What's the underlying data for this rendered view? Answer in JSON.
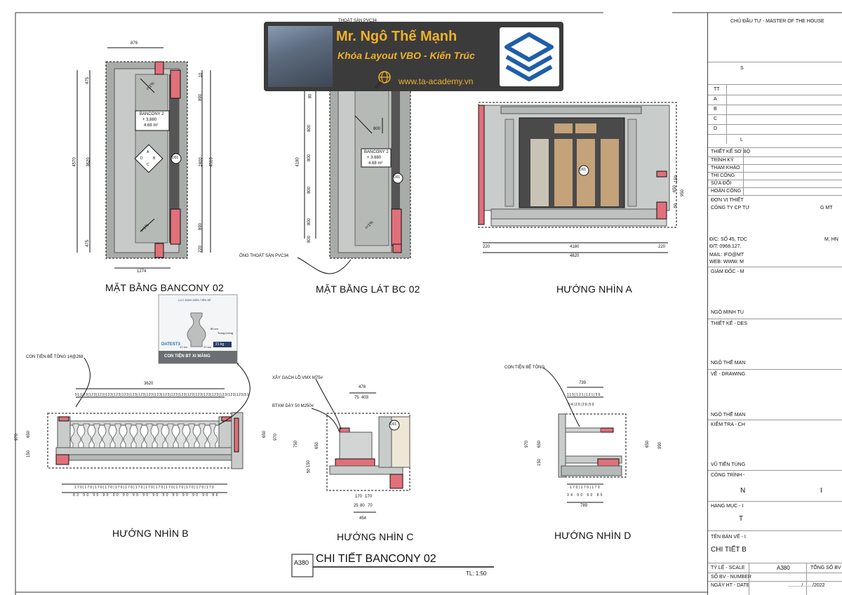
{
  "banner": {
    "name": "Mr. Ngô Thế Mạnh",
    "course": "Khóa Layout VBO - Kiến Trúc",
    "website": "www.ta-academy.vn"
  },
  "views": {
    "plan_balcony": "MẶT BẰNG BANCONY 02",
    "plan_tiling": "MẶT BẰNG LÁT BC 02",
    "view_a": "HƯỚNG NHÌN A",
    "view_b": "HƯỚNG NHÌN B",
    "view_c": "HƯỚNG NHÌN C",
    "view_d": "HƯỚNG NHÌN D"
  },
  "sheet": {
    "code": "A380",
    "title": "CHI TIẾT BANCONY 02",
    "scale": "TL: 1:50"
  },
  "plan1": {
    "top_dim": "879",
    "bottom_dim": "1274",
    "left_dims": [
      "475",
      "3620",
      "475"
    ],
    "left_total": "4570",
    "right_dims": [
      "10",
      "890",
      "2400",
      "890",
      "220"
    ],
    "right_total": "4510",
    "room_tag": [
      "BANCONY 2",
      "+ 3.880",
      "4.68 m²"
    ],
    "marker": "D01",
    "slope_top": "i=1%",
    "slope_bottom": "i=1%",
    "dir_letters": [
      "A",
      "B",
      "C",
      "D"
    ]
  },
  "plan2": {
    "drain_top": "THOÁT SÀN PVC34",
    "drain_bottom": "ỐNG THOÁT SÀN PVC34",
    "left_dims": [
      "80",
      "800",
      "800",
      "800",
      "800",
      "800"
    ],
    "left_total": "4180",
    "inner_dim": "800",
    "room_tag": [
      "BANCONY 2",
      "+ 3.880",
      "4.68 m²"
    ],
    "marker": "D01",
    "slope_top": "i=1%",
    "slope_bottom": "i=1%"
  },
  "elevA": {
    "dims_bottom": [
      "220",
      "4180",
      "220"
    ],
    "total": "4620",
    "right_dims": [
      "650",
      "150",
      "950",
      "50"
    ],
    "marker": "D01"
  },
  "elevB": {
    "callout": "CON TIỆN BÊ TÔNG 14@268",
    "top_total": "3620",
    "top_dims": [
      "51",
      "123",
      "123",
      "123",
      "123",
      "123",
      "123",
      "123",
      "123",
      "123",
      "123",
      "123",
      "123",
      "123",
      "123",
      "123",
      "123",
      "123",
      "123",
      "123",
      "123",
      "51"
    ],
    "bottom_dims": [
      "170",
      "170",
      "170",
      "170",
      "170",
      "170",
      "170",
      "170",
      "170",
      "170",
      "170",
      "170",
      "170",
      "170"
    ],
    "bottom_small": [
      "83",
      "90",
      "90",
      "90",
      "90",
      "90",
      "90",
      "90",
      "90",
      "90",
      "90",
      "90",
      "90",
      "90",
      "86"
    ],
    "left_dims": [
      "970",
      "650",
      "150"
    ],
    "right_dims": [
      "650",
      "970"
    ]
  },
  "elevC": {
    "callout1": "XÂY GẠCH LỖ VMX M75#",
    "callout2": "BTXM DÀY 50 M250#",
    "top_dims": [
      "478",
      "75",
      "403"
    ],
    "bottom_dims": [
      "170",
      "170",
      "25",
      "80",
      "70"
    ],
    "total": "454",
    "left_dims": [
      "750",
      "650",
      "150",
      "50"
    ],
    "marker": "D01"
  },
  "elevD": {
    "callout": "CON TIỆN BÊ TÔNG",
    "top_total": "739",
    "top_dims": [
      "115",
      "121",
      "121",
      "59",
      "64",
      "29",
      "29",
      "59"
    ],
    "bottom_dims": [
      "170",
      "170",
      "170"
    ],
    "bottom_small": [
      "34",
      "90",
      "90",
      "85"
    ],
    "total": "789",
    "left_dims": [
      "970",
      "650",
      "150"
    ],
    "right_dims": [
      "650",
      "990"
    ]
  },
  "inset": {
    "header": "LỰC ĐỊNH DIỆN TIỆN BÊ",
    "brand": "DATEST3",
    "dim1": "80 cm",
    "dim2": "17 cm",
    "dim3": "17 cm",
    "weight": "Trọng lượng",
    "weight_val": "21 kg",
    "caption": "CON TIỆN BT XI MĂNG"
  },
  "titleblock": {
    "owner": "CHỦ ĐẦU TƯ - MASTER OF THE HOUSE",
    "s_letter": "S",
    "rev_header": "TT",
    "revs": [
      "A",
      "B",
      "C",
      "D"
    ],
    "l_letter": "L",
    "rows": [
      "THIẾT KẾ SƠ BỘ",
      "TRÌNH KÝ",
      "THAM KHẢO",
      "THI CÔNG",
      "SỬA ĐỔI",
      "HOÀN CÔNG",
      "ĐƠN VỊ THIẾT",
      "CÔNG TY CP TƯ"
    ],
    "g_mt": "G MT",
    "address": [
      "Đ/C: SỐ 45, TDC",
      "Đ/T: 0968.127.",
      "MAIL: IFO@MT",
      "WEB: WWW. M"
    ],
    "addr_right": "M, HN",
    "director": "GIÁM ĐỐC - M",
    "director_name": "NGÔ MINH TU",
    "designer": "THIẾT KẾ - DES",
    "designer_name": "NGÔ THẾ MAN",
    "drawing": "VẼ - DRAWING",
    "drawing_name": "NGÔ THẾ MAN",
    "check": "KIỂM TRA - CH",
    "check_name": "VŨ TIẾN TÙNG",
    "project": "CÔNG TRÌNH -",
    "project_n": "N",
    "project_i": "I",
    "item": "HẠNG MỤC - I",
    "item_t": "T",
    "sheet_name": "TÊN BẢN VẼ - I",
    "sheet_name_val": "CHI TIẾT B",
    "scale_label": "TỶ LỆ - SCALE",
    "scale_val": "A380",
    "total_label": "TỔNG SỐ BV",
    "number_label": "SỐ BV - NUMBER",
    "date_label": "NGÀY HT - DATE",
    "date_val": "........../......./2022"
  }
}
